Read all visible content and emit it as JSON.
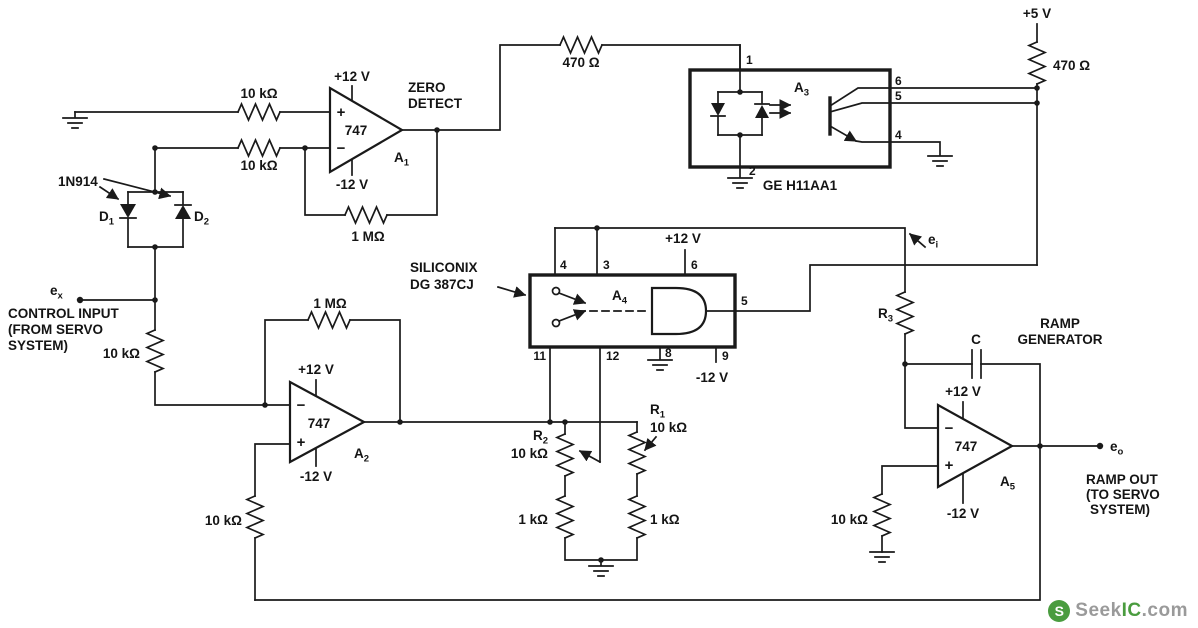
{
  "colors": {
    "background": "#ffffff",
    "ink": "#1a1a1a",
    "brand_green": "#4a9c3f",
    "brand_gray": "#9a9a9a"
  },
  "values": {
    "p12": "+12 V",
    "n12": "-12 V",
    "p5": "+5 V",
    "r470": "470 Ω",
    "r10k": "10 kΩ",
    "r1m": "1 MΩ",
    "r1k": "1 kΩ",
    "opamp": "747",
    "plus": "+",
    "minus": "−"
  },
  "refs": {
    "a1": {
      "b": "A",
      "s": "1"
    },
    "a2": {
      "b": "A",
      "s": "2"
    },
    "a3": {
      "b": "A",
      "s": "3"
    },
    "a4": {
      "b": "A",
      "s": "4"
    },
    "a5": {
      "b": "A",
      "s": "5"
    },
    "d1": {
      "b": "D",
      "s": "1"
    },
    "d2": {
      "b": "D",
      "s": "2"
    },
    "r1": {
      "b": "R",
      "s": "1"
    },
    "r2": {
      "b": "R",
      "s": "2"
    },
    "r3": {
      "b": "R",
      "s": "3"
    },
    "ex": {
      "b": "e",
      "s": "x"
    },
    "ei": {
      "b": "e",
      "s": "i"
    },
    "eo": {
      "b": "e",
      "s": "o"
    },
    "c": "C"
  },
  "pins": {
    "opto": {
      "1": "1",
      "2": "2",
      "4": "4",
      "5": "5",
      "6": "6"
    },
    "sw": {
      "3": "3",
      "4": "4",
      "5": "5",
      "6": "6",
      "8": "8",
      "9": "9",
      "11": "11",
      "12": "12"
    }
  },
  "annotations": {
    "zero_detect": [
      "ZERO",
      "DETECT"
    ],
    "diode_part": "1N914",
    "control_input": [
      "CONTROL INPUT",
      "(FROM SERVO",
      "SYSTEM)"
    ],
    "switch_make": "SILICONIX",
    "switch_part": "DG 387CJ",
    "opto_part": "GE H11AA1",
    "ramp_generator": [
      "RAMP",
      "GENERATOR"
    ],
    "ramp_out": [
      "RAMP OUT",
      "(TO SERVO",
      "SYSTEM)"
    ]
  },
  "brand": {
    "icon_letter": "S",
    "seek": "Seek",
    "ic": "IC",
    "dotcom": ".com"
  }
}
